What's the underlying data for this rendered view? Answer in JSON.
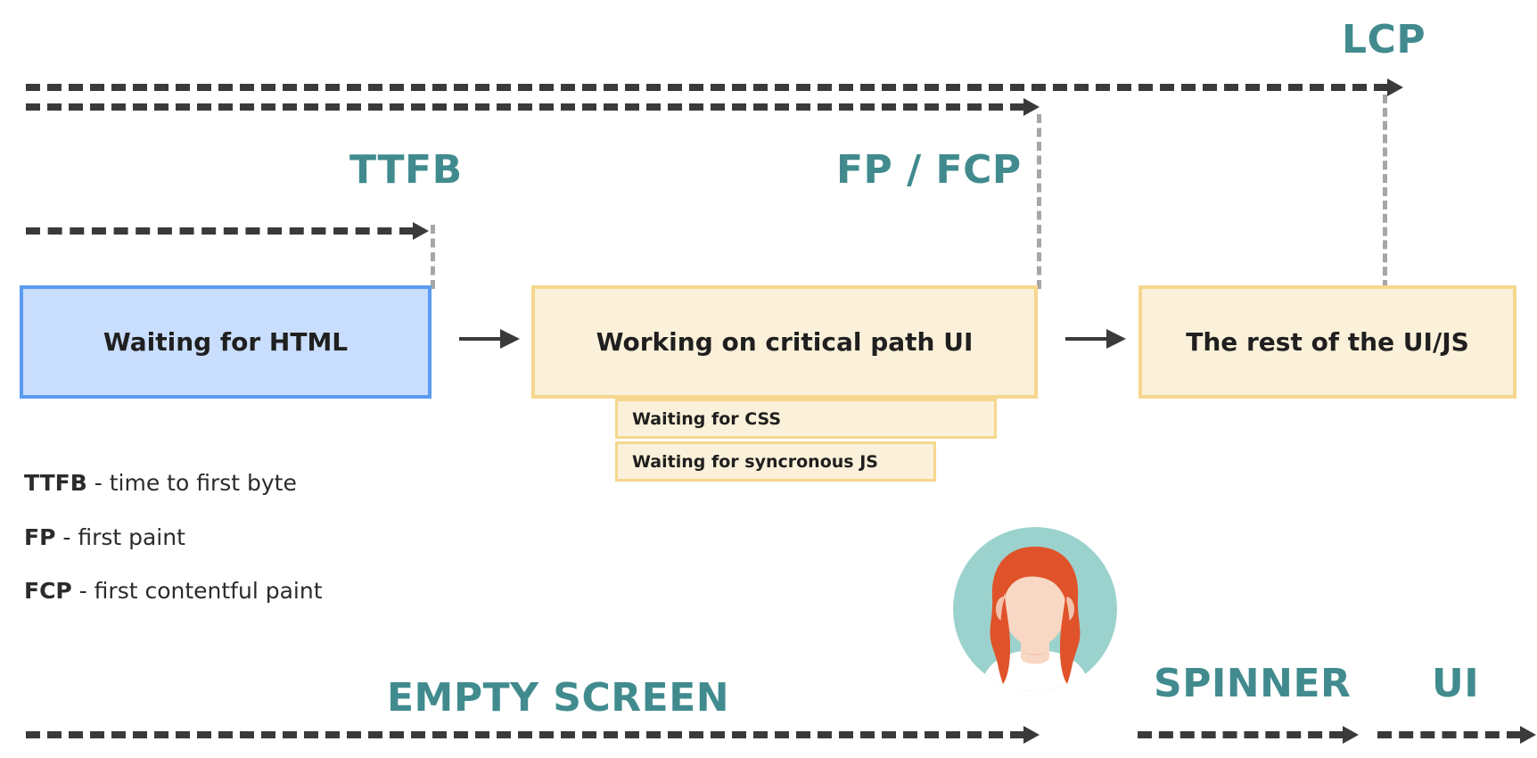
{
  "colors": {
    "teal": "#418b8e",
    "blue_fill": "#c9ddfc",
    "blue_border": "#5b9bf0",
    "yellow_fill": "#fbf0d9",
    "yellow_border": "#f5d78e",
    "dash": "#3a3a3a",
    "dropline": "#a6a6a6",
    "avatar_bg": "#9bd2cd",
    "avatar_hair": "#e0532a",
    "avatar_skin": "#f8d8c4"
  },
  "milestones": {
    "lcp": "LCP",
    "ttfb": "TTFB",
    "fp_fcp": "FP / FCP"
  },
  "phases": {
    "empty_screen": "EMPTY SCREEN",
    "spinner": "SPINNER",
    "ui": "UI"
  },
  "boxes": {
    "waiting_html": "Waiting for HTML",
    "critical_path": "Working on critical path UI",
    "rest_ui_js": "The rest of the UI/JS",
    "waiting_css": "Waiting for CSS",
    "waiting_sync_js": "Waiting for syncronous JS"
  },
  "legend": [
    {
      "abbr": "TTFB",
      "desc": " - time to first byte"
    },
    {
      "abbr": "FP",
      "desc": " - first paint"
    },
    {
      "abbr": "FCP",
      "desc": " - first contentful paint"
    }
  ],
  "icons": {
    "avatar": "user-avatar-icon",
    "arrow_right": "arrow-right-icon"
  }
}
